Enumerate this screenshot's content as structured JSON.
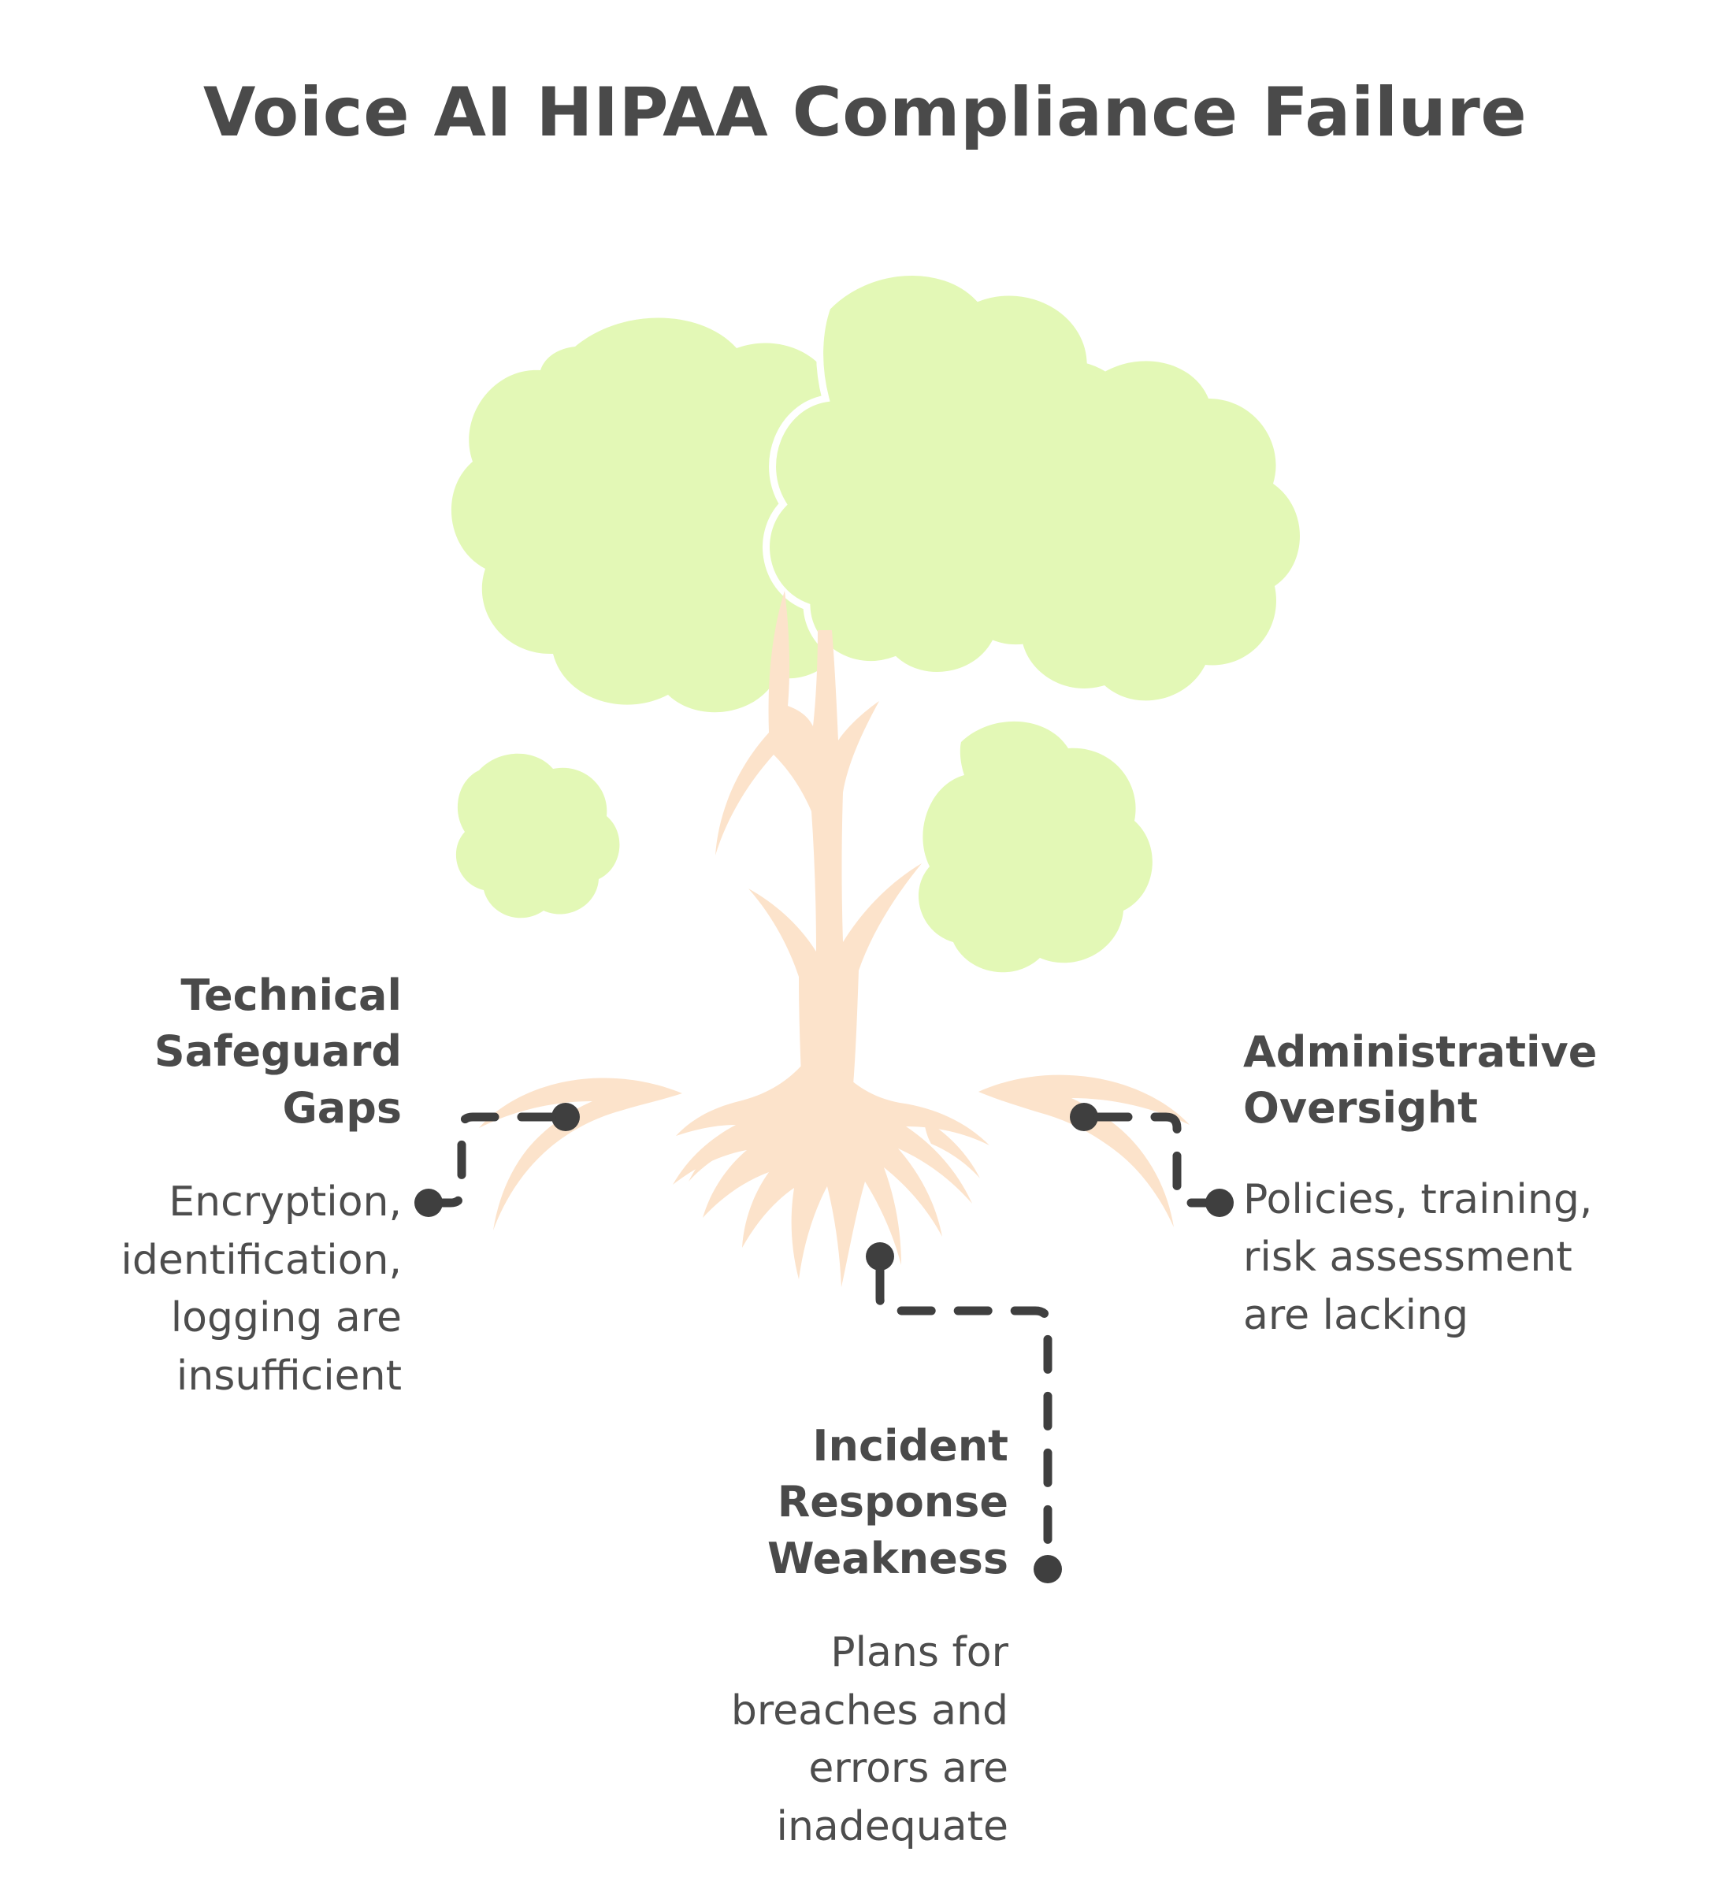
{
  "page": {
    "title": "Voice AI HIPAA Compliance Failure",
    "background_color": "#ffffff",
    "text_color": "#4a4a4a"
  },
  "illustration": {
    "name": "root-cause-tree",
    "canopy_color": "#e3f8b6",
    "canopy_outline_color": "#ffffff",
    "trunk_color": "#fce3cb",
    "root_color": "#fce3cb"
  },
  "connector_style": {
    "color": "#3f3f3f",
    "style": "dashed",
    "endpoint": "dot"
  },
  "nodes": [
    {
      "id": "technical-safeguard-gaps",
      "heading": "Technical Safeguard Gaps",
      "body": "Encryption, identification, logging are insufficient",
      "align": "right",
      "position": "left"
    },
    {
      "id": "administrative-oversight",
      "heading": "Administrative Oversight",
      "body": "Policies, training, risk assessment are lacking",
      "align": "left",
      "position": "right"
    },
    {
      "id": "incident-response-weakness",
      "heading": "Incident Response Weakness",
      "body": "Plans for breaches and errors are inadequate",
      "align": "right",
      "position": "bottom"
    }
  ]
}
